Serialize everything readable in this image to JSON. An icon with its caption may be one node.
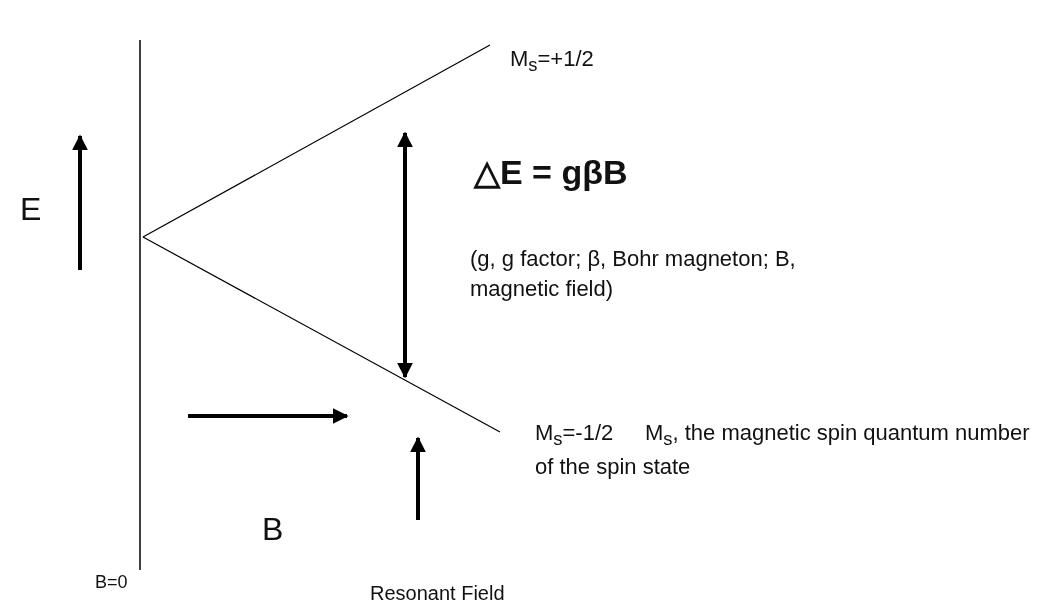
{
  "diagram": {
    "labels": [
      "M$_{s}$=+1/2",
      "△E = gβB",
      "E",
      "(g, g factor; β, Bohr magneton; B, magnetic field)",
      "M$_{s}$=-1/2",
      "M$_{s}$, the magnetic spin quantum number of the spin state",
      "B",
      "B=0",
      "Resonant Field"
    ]
  }
}
